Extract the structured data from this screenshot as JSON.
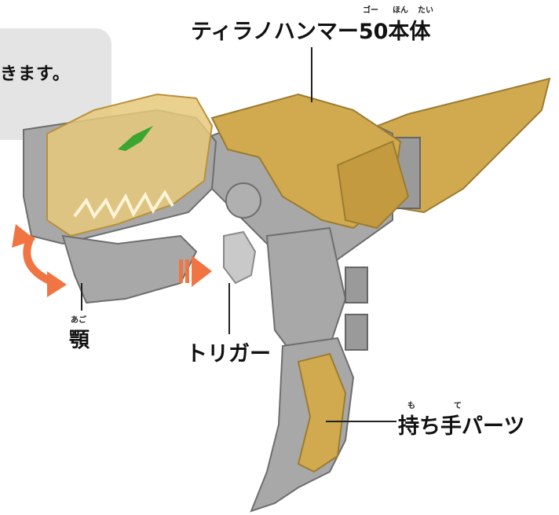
{
  "callout": {
    "text": "きます。"
  },
  "labels": {
    "main_body": {
      "text": "ティラノハンマー50本体",
      "ruby_go": "ゴー",
      "ruby_hon": "ほん",
      "ruby_tai": "たい"
    },
    "jaw": {
      "text": "顎",
      "ruby": "あご"
    },
    "trigger": {
      "text": "トリガー"
    },
    "handle": {
      "text": "持ち手パーツ",
      "ruby_mo": "も",
      "ruby_te": "て"
    }
  },
  "colors": {
    "gold": "#d1a94f",
    "gold_light": "#e8c97c",
    "gray": "#a8a8a8",
    "gray_dark": "#8e8e8e",
    "arrow": "#f07542",
    "eye": "#3aa630",
    "callout_bg": "#e4e4e4"
  }
}
